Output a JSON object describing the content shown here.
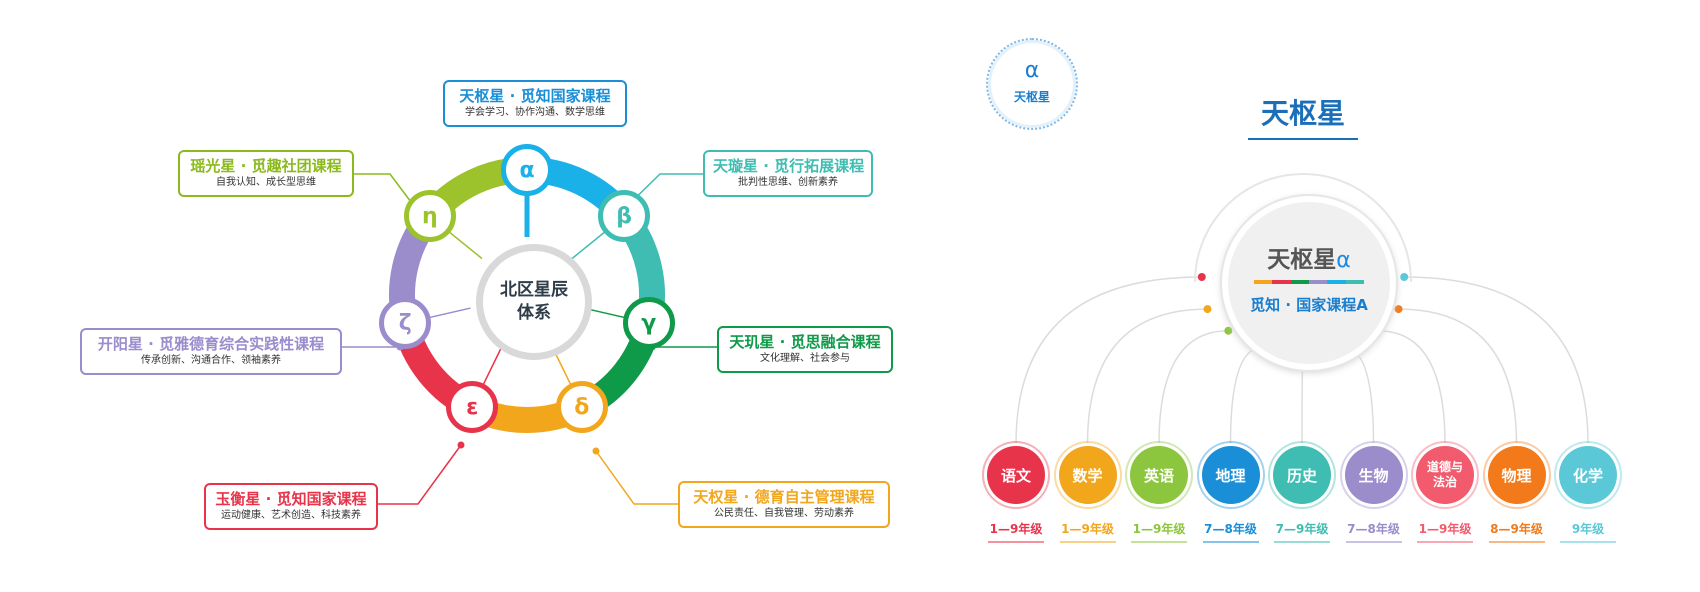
{
  "left": {
    "center": "北区星辰体系",
    "nodes": [
      {
        "symbol": "α",
        "color": "#1ab0e8"
      },
      {
        "symbol": "β",
        "color": "#3fbdb2"
      },
      {
        "symbol": "γ",
        "color": "#0f9a49"
      },
      {
        "symbol": "δ",
        "color": "#f2a61c"
      },
      {
        "symbol": "ε",
        "color": "#e8344a"
      },
      {
        "symbol": "ζ",
        "color": "#9b8ccc"
      },
      {
        "symbol": "η",
        "color": "#9cc32c"
      }
    ],
    "boxes": [
      {
        "title": "天枢星 · 觅知国家课程",
        "sub": "学会学习、协作沟通、数学思维",
        "color": "#1a8fd8"
      },
      {
        "title": "天璇星 · 觅行拓展课程",
        "sub": "批判性思维、创新素养",
        "color": "#3fbdb2"
      },
      {
        "title": "天玑星 · 觅思融合课程",
        "sub": "文化理解、社会参与",
        "color": "#0f9a49"
      },
      {
        "title": "天权星 · 德育自主管理课程",
        "sub": "公民责任、自我管理、劳动素养",
        "color": "#f2a61c"
      },
      {
        "title": "玉衡星 · 觅知国家课程",
        "sub": "运动健康、艺术创造、科技素养",
        "color": "#e8344a"
      },
      {
        "title": "开阳星 · 觅雅德育综合实践性课程",
        "sub": "传承创新、沟通合作、领袖素养",
        "color": "#9b8ccc"
      },
      {
        "title": "瑶光星 · 觅趣社团课程",
        "sub": "自我认知、成长型思维",
        "color": "#8cba1e"
      }
    ]
  },
  "right": {
    "badge_symbol": "α",
    "badge_name": "天枢星",
    "title": "天枢星",
    "center_name": "天枢星",
    "center_symbol": "α",
    "center_sub": "觅知 · 国家课程A",
    "bar_colors": [
      "#f2a61c",
      "#e8344a",
      "#0f9a49",
      "#9b8ccc",
      "#1ab0e8",
      "#3fbdb2"
    ],
    "subjects": [
      {
        "name": "语文",
        "grade": "1—9年级",
        "color": "#e8344a"
      },
      {
        "name": "数学",
        "grade": "1—9年级",
        "color": "#f2a61c"
      },
      {
        "name": "英语",
        "grade": "1—9年级",
        "color": "#8cc63f"
      },
      {
        "name": "地理",
        "grade": "7—8年级",
        "color": "#1a8fd8"
      },
      {
        "name": "历史",
        "grade": "7—9年级",
        "color": "#3fbdb2"
      },
      {
        "name": "生物",
        "grade": "7—8年级",
        "color": "#9b8ccc"
      },
      {
        "name": "道德与法治",
        "grade": "1—9年级",
        "color": "#f25b6e"
      },
      {
        "name": "物理",
        "grade": "8—9年级",
        "color": "#f27a1a"
      },
      {
        "name": "化学",
        "grade": "9年级",
        "color": "#5bc8d8"
      }
    ]
  }
}
